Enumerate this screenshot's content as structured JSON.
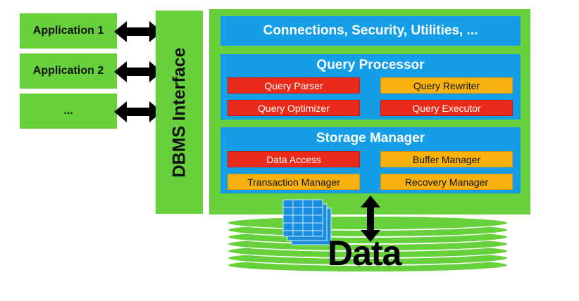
{
  "applications": [
    {
      "label": "Application 1"
    },
    {
      "label": "Application 2"
    },
    {
      "label": "..."
    }
  ],
  "interface": {
    "label": "DBMS Interface"
  },
  "dbms": {
    "services": {
      "label": "Connections, Security, Utilities, ..."
    },
    "query_processor": {
      "title": "Query Processor",
      "components": [
        {
          "label": "Query Parser"
        },
        {
          "label": "Query Rewriter"
        },
        {
          "label": "Query Optimizer"
        },
        {
          "label": "Query Executor"
        }
      ]
    },
    "storage_manager": {
      "title": "Storage Manager",
      "components": [
        {
          "label": "Data Access"
        },
        {
          "label": "Buffer Manager"
        },
        {
          "label": "Transaction Manager"
        },
        {
          "label": "Recovery Manager"
        }
      ]
    }
  },
  "storage": {
    "label": "Data"
  },
  "colors": {
    "green": "#67d13c",
    "blue": "#149ee8",
    "red": "#ec2a1a",
    "orange": "#f7b20f",
    "table_icon": "#1a8ee0"
  }
}
